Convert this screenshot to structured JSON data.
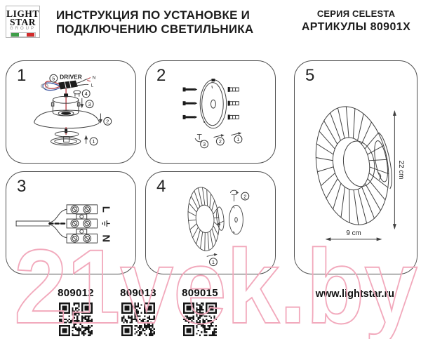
{
  "header": {
    "logo": {
      "line1": "LIGHT",
      "line2": "STAR",
      "line3": "GROUP"
    },
    "title_line1": "ИНСТРУКЦИЯ ПО УСТАНОВКЕ И",
    "title_line2": "ПОДКЛЮЧЕНИЮ СВЕТИЛЬНИКА",
    "series": "СЕРИЯ CELESTA",
    "articles": "АРТИКУЛЫ 80901X"
  },
  "panels": {
    "p1": {
      "num": "1",
      "driver": "DRIVER",
      "wire_n": "N",
      "wire_l": "L",
      "c1": "1",
      "c2": "2",
      "c3": "3",
      "c4": "4",
      "c5": "5"
    },
    "p2": {
      "num": "2",
      "c1": "1",
      "c2": "2",
      "c3": "3"
    },
    "p3": {
      "num": "3",
      "term_l": "L",
      "term_n": "N"
    },
    "p4": {
      "num": "4",
      "c1": "1",
      "c2": "2"
    },
    "p5": {
      "num": "5",
      "dim_height": "22 cm",
      "dim_width": "9 cm"
    }
  },
  "footer": {
    "items": [
      {
        "code": "809012"
      },
      {
        "code": "809013"
      },
      {
        "code": "809015"
      }
    ],
    "website": "www.lightstar.ru"
  },
  "watermark": {
    "text": "21vek.by",
    "color": "#f2a9bc"
  },
  "colors": {
    "wire_red": "#b5333a",
    "wire_blue": "#3c56a0",
    "line": "#3f3f3f"
  }
}
